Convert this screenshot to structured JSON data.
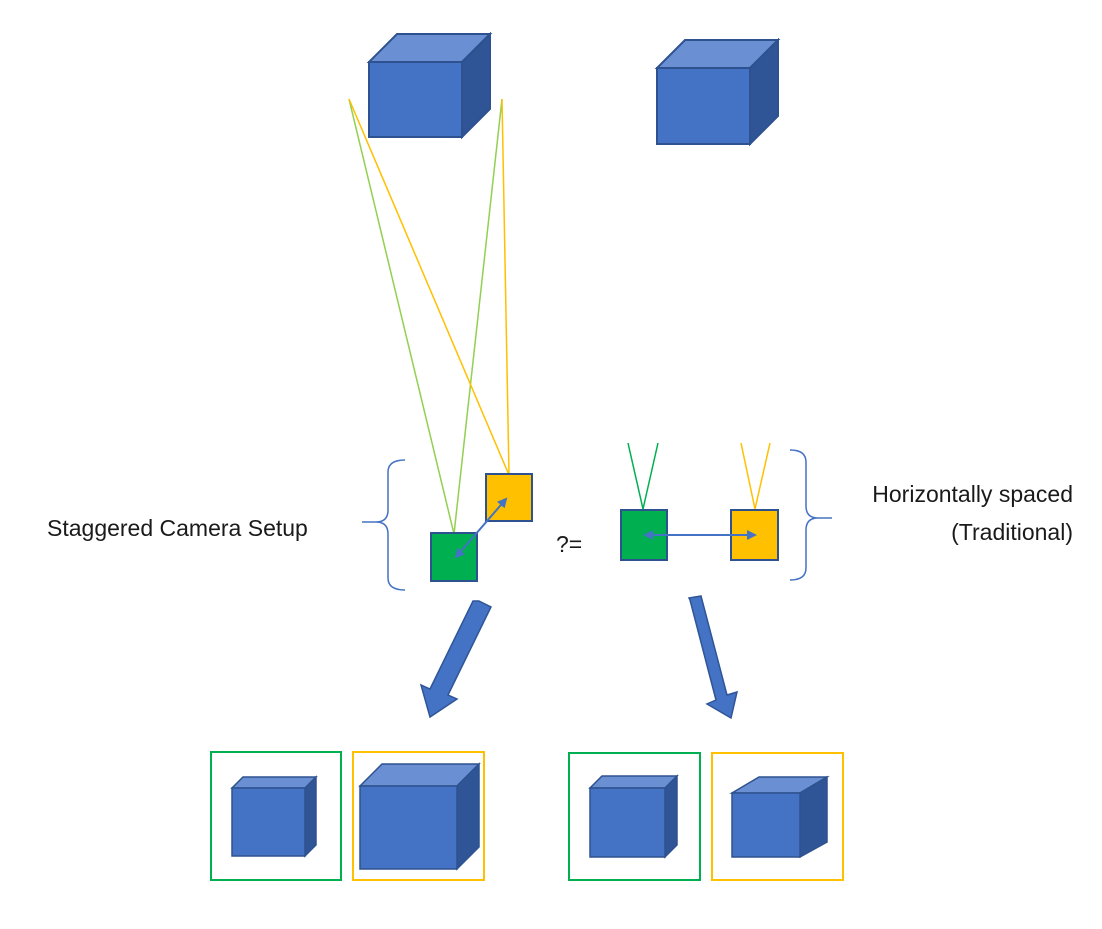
{
  "labels": {
    "left": "Staggered Camera Setup",
    "compare": "?=",
    "right_line1": "Horizontally spaced",
    "right_line2": "(Traditional)"
  },
  "colors": {
    "cube_front": "#4472C4",
    "cube_top": "#6A8FD3",
    "cube_side": "#2F5597",
    "cube_edge": "#2E528F",
    "camera_green": "#00B050",
    "camera_yellow": "#FFC000",
    "ray_green": "#92D050",
    "ray_yellow": "#FFC000",
    "arrow_blue": "#4472C4",
    "bracket": "#4472C4"
  }
}
